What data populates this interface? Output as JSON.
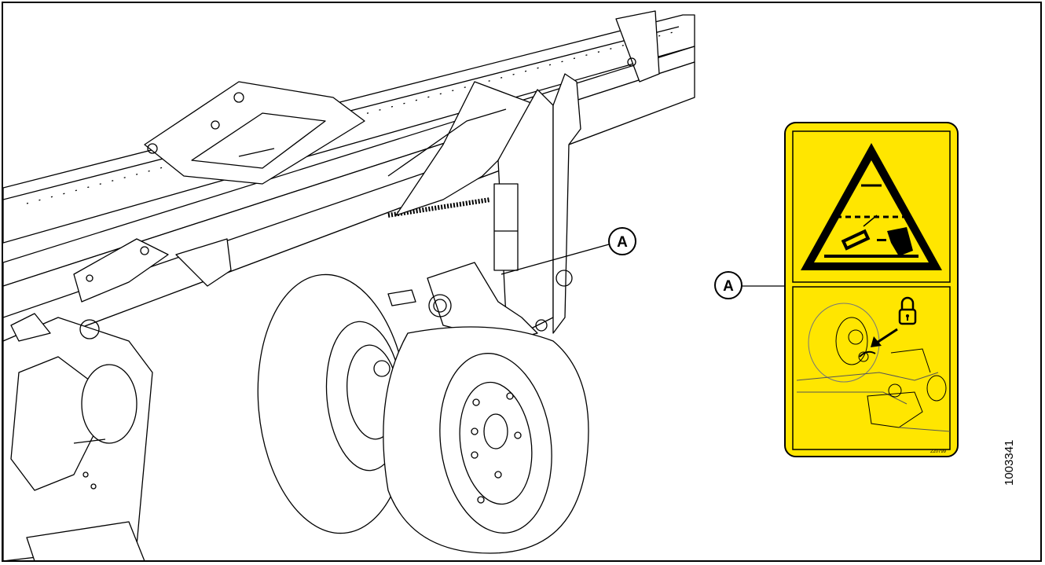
{
  "callouts": {
    "machine": "A",
    "decal": "A"
  },
  "decal": {
    "part_number": "220799",
    "background_color": "#ffe600",
    "icon_names": [
      "warning-triangle-icon",
      "lock-icon",
      "arrow-icon"
    ]
  },
  "figure_number": "1003341"
}
